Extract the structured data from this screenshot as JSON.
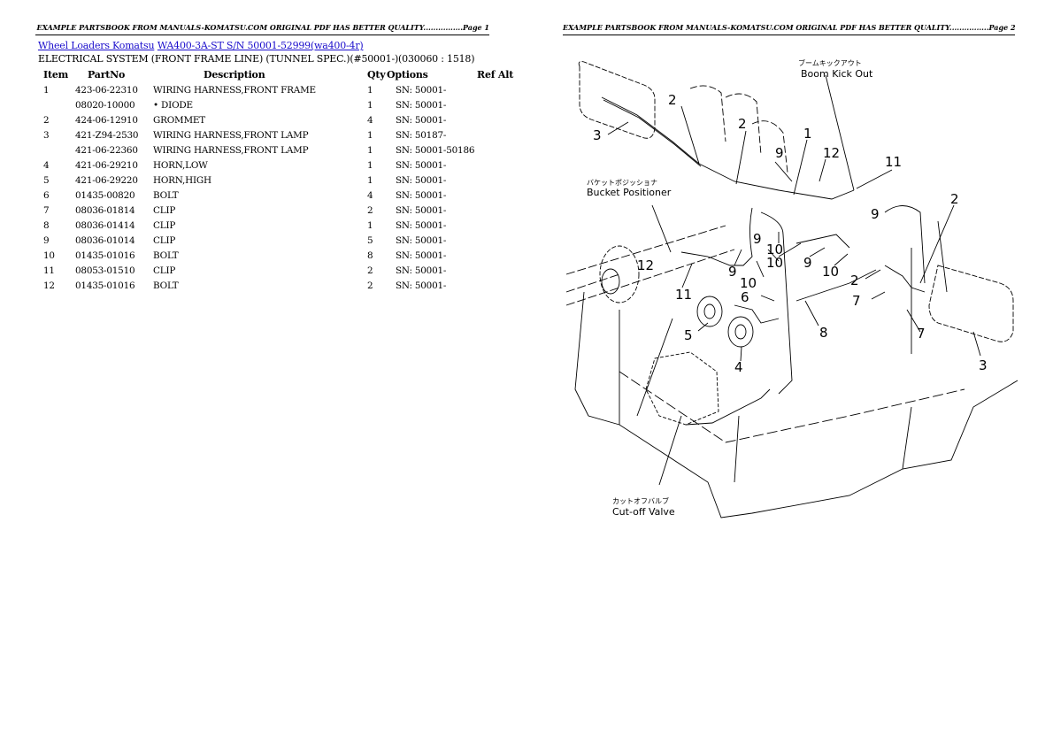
{
  "headers": {
    "page1": "EXAMPLE PARTSBOOK FROM MANUALS-KOMATSU.COM ORIGINAL PDF HAS BETTER QUALITY................Page 1",
    "page2": "EXAMPLE PARTSBOOK FROM MANUALS-KOMATSU.COM ORIGINAL PDF HAS BETTER QUALITY................Page 2"
  },
  "breadcrumb": {
    "category_link": "Wheel Loaders Komatsu",
    "model_link": "WA400-3A-ST S/N 50001-52999(wa400-4r)"
  },
  "section_title": "ELECTRICAL SYSTEM (FRONT FRAME LINE) (TUNNEL SPEC.)(#50001-)(030060 : 1518)",
  "table": {
    "columns": [
      "Item",
      "PartNo",
      "Description",
      "Qty",
      "Options",
      "Ref Alt"
    ],
    "rows": [
      {
        "item": "1",
        "part": "423-06-22310",
        "desc": "WIRING HARNESS,FRONT FRAME",
        "qty": "1",
        "opt": "SN: 50001-",
        "ref": ""
      },
      {
        "item": "",
        "part": "08020-10000",
        "desc": "• DIODE",
        "qty": "1",
        "opt": "SN: 50001-",
        "ref": ""
      },
      {
        "item": "2",
        "part": "424-06-12910",
        "desc": "GROMMET",
        "qty": "4",
        "opt": "SN: 50001-",
        "ref": ""
      },
      {
        "item": "3",
        "part": "421-Z94-2530",
        "desc": "WIRING HARNESS,FRONT LAMP",
        "qty": "1",
        "opt": "SN: 50187-",
        "ref": ""
      },
      {
        "item": "",
        "part": "421-06-22360",
        "desc": "WIRING HARNESS,FRONT LAMP",
        "qty": "1",
        "opt": "SN: 50001-50186",
        "ref": ""
      },
      {
        "item": "4",
        "part": "421-06-29210",
        "desc": "HORN,LOW",
        "qty": "1",
        "opt": "SN: 50001-",
        "ref": ""
      },
      {
        "item": "5",
        "part": "421-06-29220",
        "desc": "HORN,HIGH",
        "qty": "1",
        "opt": "SN: 50001-",
        "ref": ""
      },
      {
        "item": "6",
        "part": "01435-00820",
        "desc": "BOLT",
        "qty": "4",
        "opt": "SN: 50001-",
        "ref": ""
      },
      {
        "item": "7",
        "part": "08036-01814",
        "desc": "CLIP",
        "qty": "2",
        "opt": "SN: 50001-",
        "ref": ""
      },
      {
        "item": "8",
        "part": "08036-01414",
        "desc": "CLIP",
        "qty": "1",
        "opt": "SN: 50001-",
        "ref": ""
      },
      {
        "item": "9",
        "part": "08036-01014",
        "desc": "CLIP",
        "qty": "5",
        "opt": "SN: 50001-",
        "ref": ""
      },
      {
        "item": "10",
        "part": "01435-01016",
        "desc": "BOLT",
        "qty": "8",
        "opt": "SN: 50001-",
        "ref": ""
      },
      {
        "item": "11",
        "part": "08053-01510",
        "desc": "CLIP",
        "qty": "2",
        "opt": "SN: 50001-",
        "ref": ""
      },
      {
        "item": "12",
        "part": "01435-01016",
        "desc": "BOLT",
        "qty": "2",
        "opt": "SN: 50001-",
        "ref": ""
      }
    ]
  },
  "diagram": {
    "labels": {
      "boom_kick_out_jp": "ブームキックアウト",
      "boom_kick_out_en": "Boom Kick Out",
      "bucket_positioner_jp": "バケットポジッショナ",
      "bucket_positioner_en": "Bucket Positioner",
      "cutoff_valve_jp": "カットオフバルブ",
      "cutoff_valve_en": "Cut-off Valve"
    },
    "callouts": [
      "3",
      "2",
      "2",
      "1",
      "9",
      "12",
      "11",
      "9",
      "2",
      "12",
      "11",
      "9",
      "10",
      "10",
      "9",
      "10",
      "6",
      "5",
      "4",
      "8",
      "7",
      "7",
      "2",
      "3",
      "10",
      "9"
    ]
  }
}
